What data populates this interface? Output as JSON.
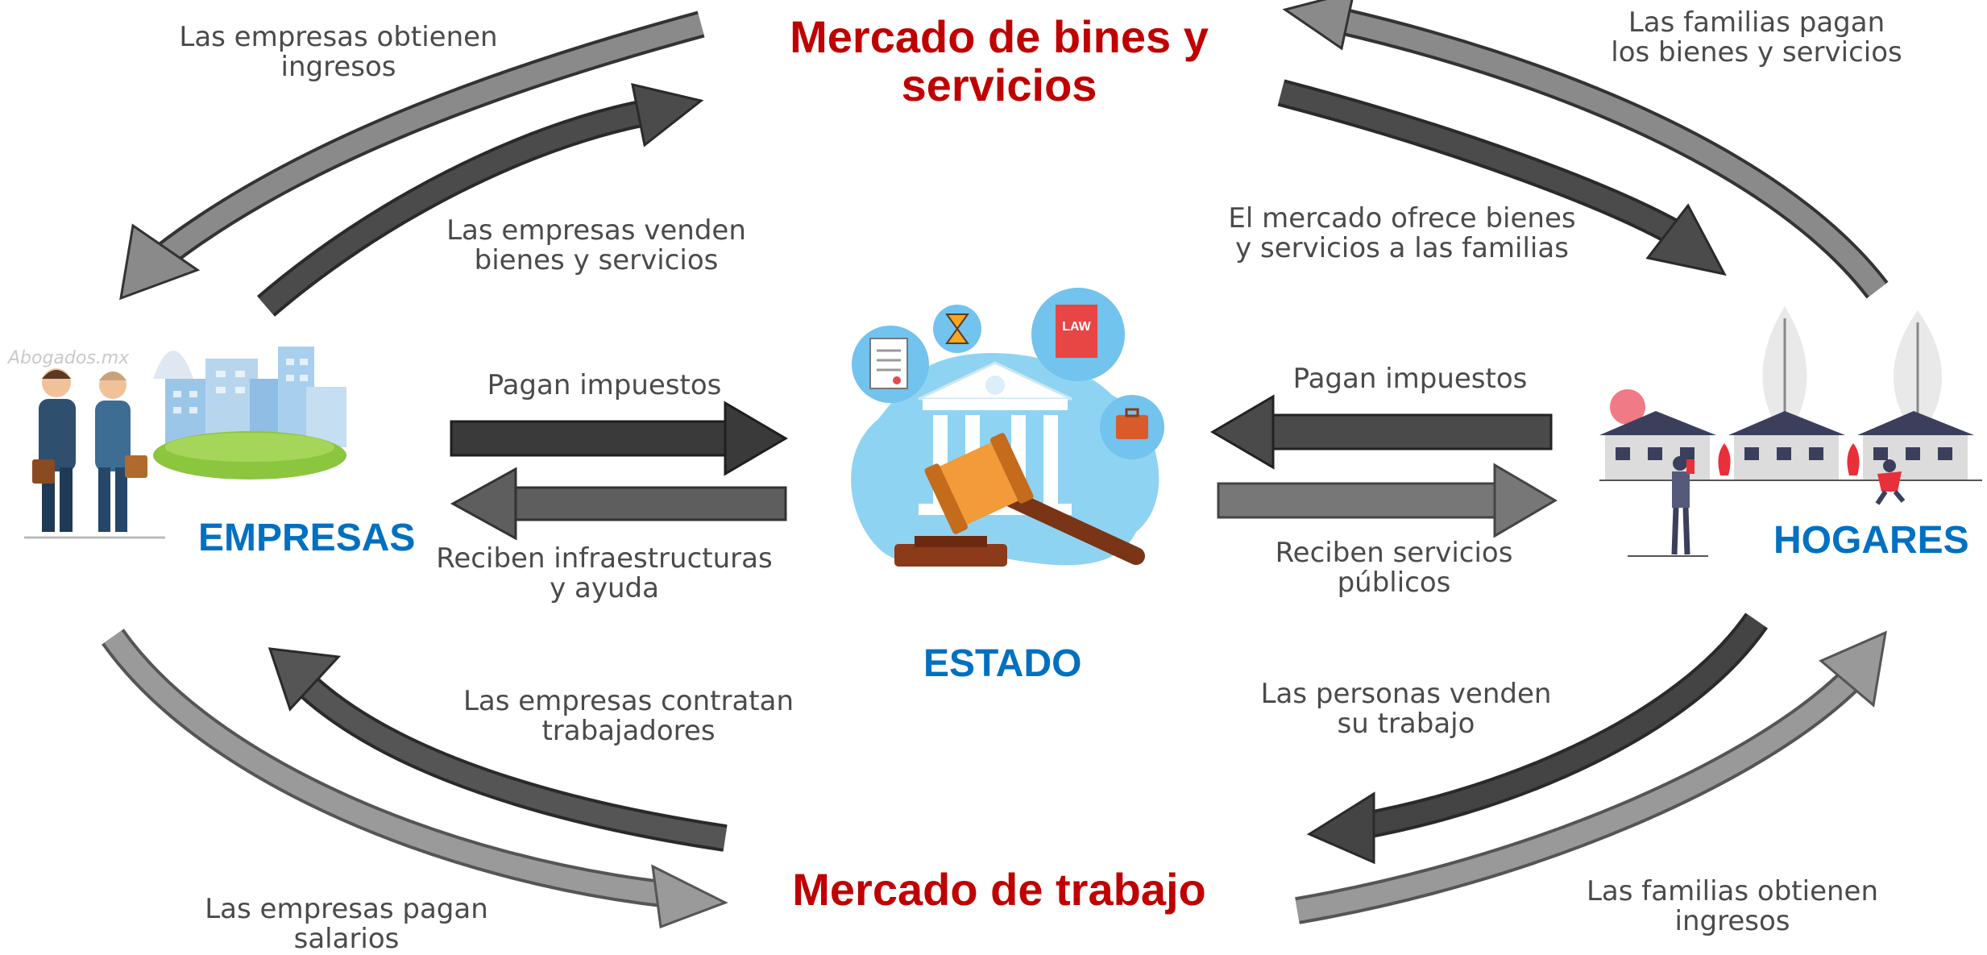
{
  "markets": {
    "goods": "Mercado de bines y\nservicios",
    "labor": "Mercado de trabajo"
  },
  "actors": {
    "empresas": "EMPRESAS",
    "estado": "ESTADO",
    "hogares": "HOGARES"
  },
  "flows": {
    "empresas_obtienen_ingresos": "Las empresas obtienen\ningresos",
    "empresas_venden": "Las empresas venden\nbienes y servicios",
    "familias_pagan_bienes": "Las familias pagan\nlos bienes y servicios",
    "mercado_ofrece": "El mercado ofrece bienes\ny servicios a las familias",
    "empresas_pagan_impuestos": "Pagan impuestos",
    "empresas_reciben": "Reciben infraestructuras\ny ayuda",
    "hogares_pagan_impuestos": "Pagan impuestos",
    "hogares_reciben": "Reciben servicios\npúblicos",
    "empresas_contratan": "Las empresas contratan\ntrabajadores",
    "empresas_pagan_salarios": "Las empresas pagan\nsalarios",
    "personas_venden": "Las personas venden\nsu trabajo",
    "familias_obtienen": "Las familias obtienen\ningresos"
  },
  "icons": {
    "law_label": "LAW",
    "watermark": "Abogados.mx"
  },
  "colors": {
    "market_title": "#c00000",
    "actor_label": "#0070c0",
    "arrow_dark": "#3d3d3d",
    "arrow_mid": "#6a6a6a",
    "arrow_light": "#8e8e8e"
  }
}
